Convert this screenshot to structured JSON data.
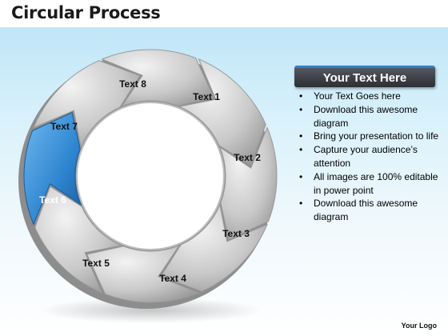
{
  "title": "Circular Process",
  "cycle": {
    "segments": [
      {
        "label": "Text 1",
        "highlighted": false
      },
      {
        "label": "Text 2",
        "highlighted": false
      },
      {
        "label": "Text 3",
        "highlighted": false
      },
      {
        "label": "Text 4",
        "highlighted": false
      },
      {
        "label": "Text 5",
        "highlighted": false
      },
      {
        "label": "Text 6",
        "highlighted": true
      },
      {
        "label": "Text 7",
        "highlighted": false
      },
      {
        "label": "Text 8",
        "highlighted": false
      }
    ]
  },
  "panel": {
    "heading": "Your Text Here",
    "bullets": [
      "Your Text Goes here",
      "Download this awesome diagram",
      "Bring your presentation to life",
      "Capture your audience’s attention",
      "All images are 100% editable in power point",
      "Download this awesome diagram"
    ]
  },
  "logo": "Your Logo",
  "colors": {
    "highlight": "#2f86d0",
    "segment_gray": "#c4c4c4",
    "header_bar": "#3d4147",
    "header_accent": "#2f7fc6"
  }
}
